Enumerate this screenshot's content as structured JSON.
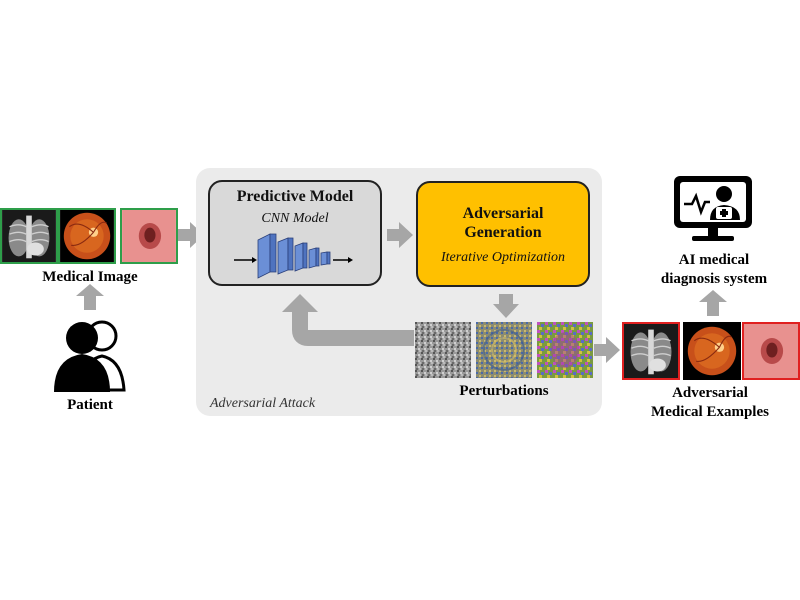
{
  "input": {
    "label": "Medical Image",
    "source_label": "Patient"
  },
  "attack": {
    "panel_label": "Adversarial Attack",
    "model": {
      "title": "Predictive Model",
      "subtitle": "CNN Model"
    },
    "generation": {
      "title_line1": "Adversarial",
      "title_line2": "Generation",
      "subtitle": "Iterative Optimization"
    },
    "perturbations_label": "Perturbations"
  },
  "output": {
    "label_line1": "Adversarial",
    "label_line2": "Medical Examples",
    "system_label_line1": "AI medical",
    "system_label_line2": "diagnosis system"
  },
  "colors": {
    "input_border": "#2e9e4a",
    "adversarial_border": "#e02020",
    "generation_fill": "#ffc000",
    "arrow": "#a6a6a6",
    "cnn_layers": "#6b8fd6"
  }
}
